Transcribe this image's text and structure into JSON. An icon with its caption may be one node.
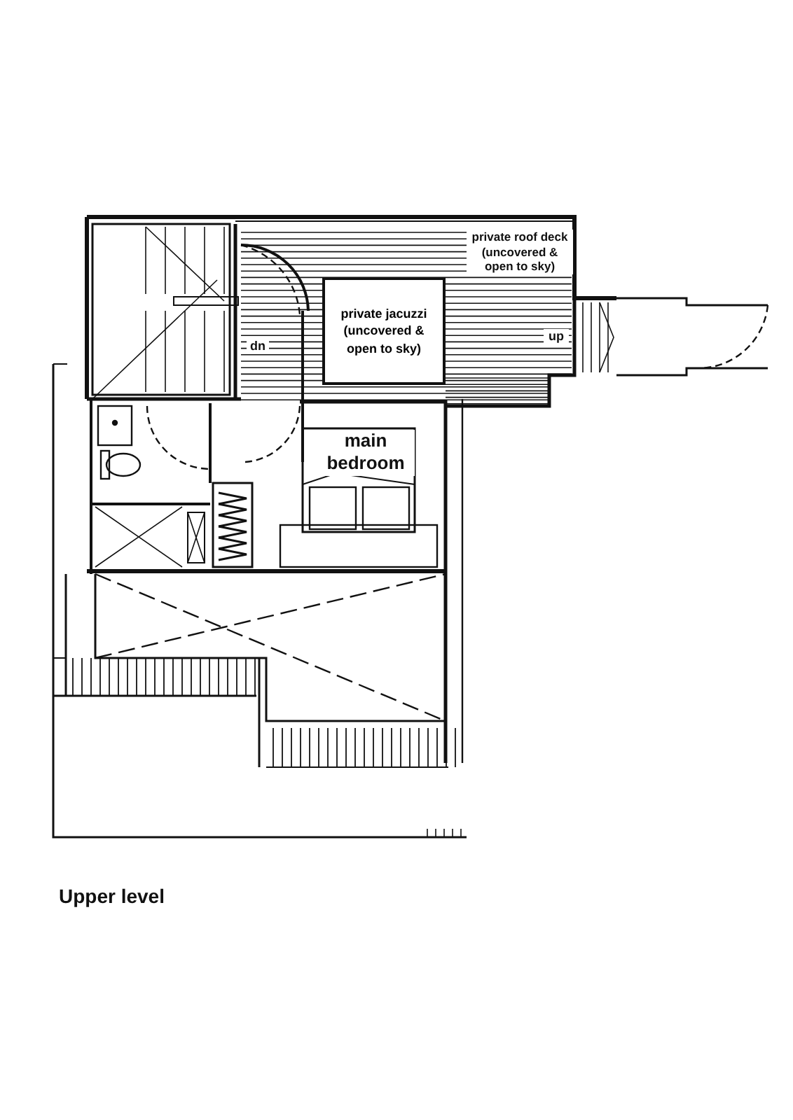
{
  "diagram": {
    "caption": "Upper level",
    "nodes": [
      {
        "text": [
          "private jacuzzi (uncovered & open to sky)"
        ]
      }
    ],
    "labels": [
      "private roof deck (uncovered & open to sky)",
      "dn",
      "main bedroom",
      "up"
    ]
  }
}
